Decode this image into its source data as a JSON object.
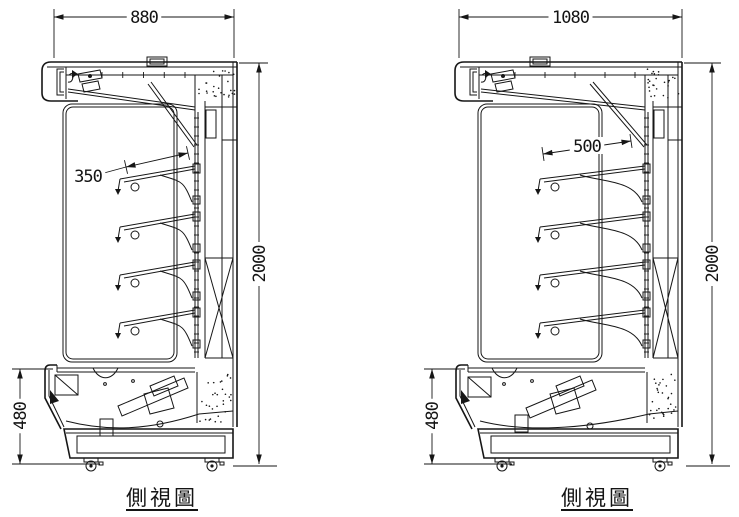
{
  "page": {
    "background": "#ffffff",
    "line_color": "#161616",
    "drawing_type": "refrigerated display case side views"
  },
  "views": [
    {
      "caption": "側視圖",
      "shelf_count": 4,
      "dims": {
        "width": "880",
        "height": "2000",
        "base_height": "480",
        "shelf_depth": "350"
      }
    },
    {
      "caption": "側視圖",
      "shelf_count": 4,
      "dims": {
        "width": "1080",
        "height": "2000",
        "base_height": "480",
        "shelf_depth": "500"
      }
    }
  ]
}
